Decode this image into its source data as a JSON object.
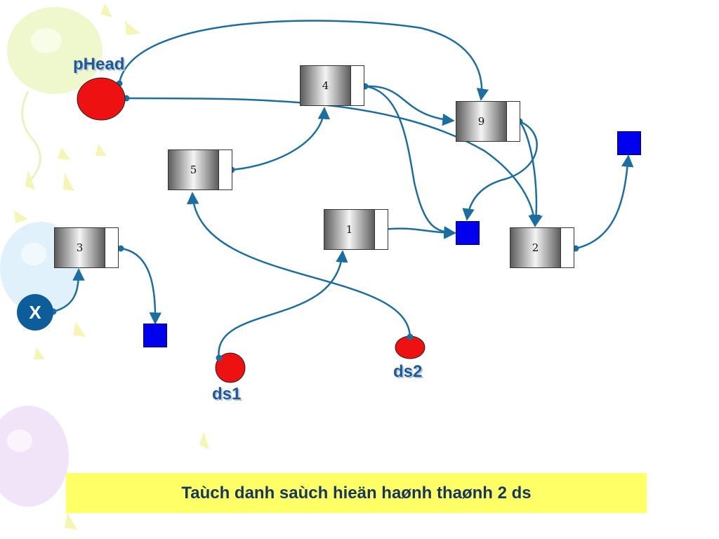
{
  "diagram": {
    "labels": {
      "phead": "pHead",
      "ds1": "ds1",
      "ds2": "ds2",
      "x": "X"
    },
    "nodes": [
      {
        "id": "n4",
        "value": "4"
      },
      {
        "id": "n9",
        "value": "9"
      },
      {
        "id": "n5",
        "value": "5"
      },
      {
        "id": "n1",
        "value": "1"
      },
      {
        "id": "n3",
        "value": "3"
      },
      {
        "id": "n2",
        "value": "2"
      }
    ],
    "caption": "Taùch danh saùch hieän haønh thaønh 2 ds"
  },
  "colors": {
    "arrow": "#1a6fa0",
    "pointer_circle": "#ee1111",
    "null_box": "#0000ee",
    "label_text": "#1f5a96",
    "caption_bg": "#ffff66",
    "caption_text": "#17365d"
  }
}
